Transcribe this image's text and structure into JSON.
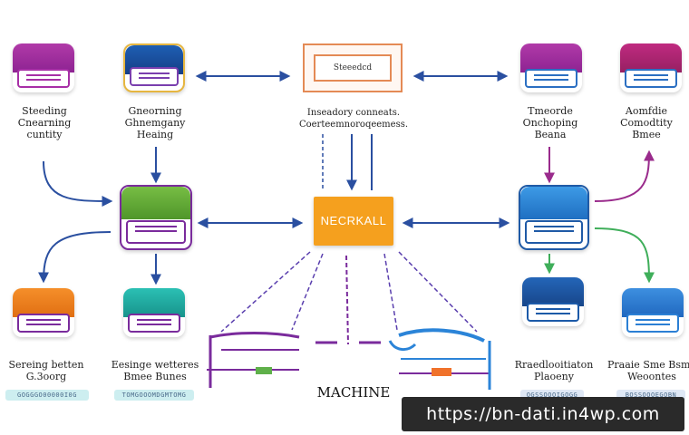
{
  "nodes": {
    "tl1": {
      "caption": [
        "Steeding",
        "Cnearning",
        "cuntity"
      ],
      "color": "#a72fa6"
    },
    "tl2": {
      "caption": [
        "Gneorning",
        "Ghnemgany",
        "Heaing"
      ],
      "color": "#1b4f9e"
    },
    "tr1": {
      "caption": [
        "Tmeorde",
        "Onchoping",
        "Beana"
      ],
      "color": "#a72fa6"
    },
    "tr2": {
      "caption": [
        "Aomfdie",
        "Comodtity",
        "Bmee"
      ],
      "color": "#b8277a"
    },
    "ml": {
      "color": "#6fb03a"
    },
    "mr": {
      "color": "#2b84d8"
    },
    "bl1": {
      "caption": [
        "Sereing betten",
        "G.3oorg"
      ],
      "chip": "GOGGGO00000I0G",
      "color": "#f28321"
    },
    "bl2": {
      "caption": [
        "Eesinge wetteres",
        "Bmee Bunes"
      ],
      "chip": "TOMGOOOMDGMTOMG",
      "color": "#21b0a8"
    },
    "br1": {
      "caption": [
        "Rraedlooitiaton",
        "Plaoeny"
      ],
      "chip": "OGSSOOOIGOGG",
      "color": "#1c5aa8"
    },
    "br2": {
      "caption": [
        "Praaie Sme Bsme",
        "Weoontes"
      ],
      "chip": "BOSSOOOEGOBN",
      "color": "#2b7fd4"
    }
  },
  "top_box": {
    "label": "Steeedcd",
    "caption": [
      "Inseadory conneats.",
      "Coerteemnoroqeemess."
    ]
  },
  "center_box": {
    "label": "NECRKALL"
  },
  "machine_label": "MACHINE",
  "url_banner": "https://bn-dati.in4wp.com"
}
